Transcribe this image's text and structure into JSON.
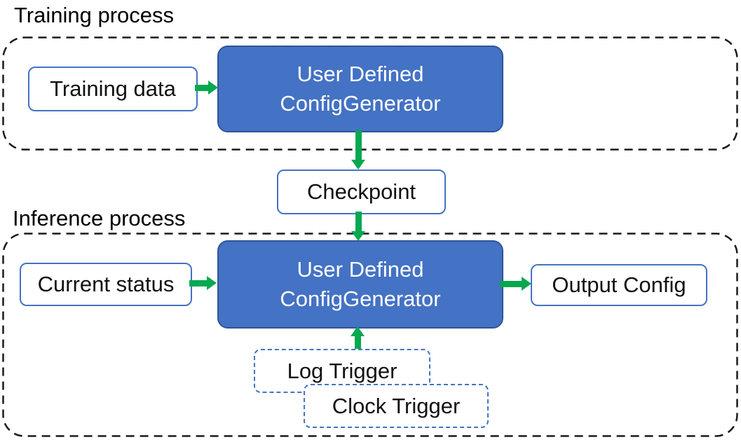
{
  "colors": {
    "background": "#FFFFFF",
    "node_fill": "#4472C4",
    "node_border": "#2F5597",
    "node_text_color": "#FFFFFF",
    "box_border": "#4472C4",
    "box_text_color": "#111111",
    "arrow_color": "#06A850",
    "container_border_color": "#1A1A1A",
    "label_text": "#000000"
  },
  "sections": {
    "training": {
      "label": "Training process"
    },
    "inference": {
      "label": "Inference process"
    }
  },
  "nodes": {
    "training_data": {
      "label": "Training data"
    },
    "config_generator": {
      "line1": "User Defined",
      "line2": "ConfigGenerator"
    },
    "checkpoint": {
      "label": "Checkpoint"
    },
    "current_status": {
      "label": "Current status"
    },
    "output_config": {
      "label": "Output Config"
    },
    "log_trigger": {
      "label": "Log Trigger"
    },
    "clock_trigger": {
      "label": "Clock Trigger"
    }
  },
  "edges": [
    {
      "from": "Training data",
      "to": "User Defined ConfigGenerator (training)",
      "direction": "right"
    },
    {
      "from": "User Defined ConfigGenerator (training)",
      "to": "Checkpoint",
      "direction": "down"
    },
    {
      "from": "Checkpoint",
      "to": "User Defined ConfigGenerator (inference)",
      "direction": "down"
    },
    {
      "from": "Current status",
      "to": "User Defined ConfigGenerator (inference)",
      "direction": "right"
    },
    {
      "from": "User Defined ConfigGenerator (inference)",
      "to": "Output Config",
      "direction": "right"
    },
    {
      "from": "Log Trigger / Clock Trigger",
      "to": "User Defined ConfigGenerator (inference)",
      "direction": "up"
    }
  ]
}
